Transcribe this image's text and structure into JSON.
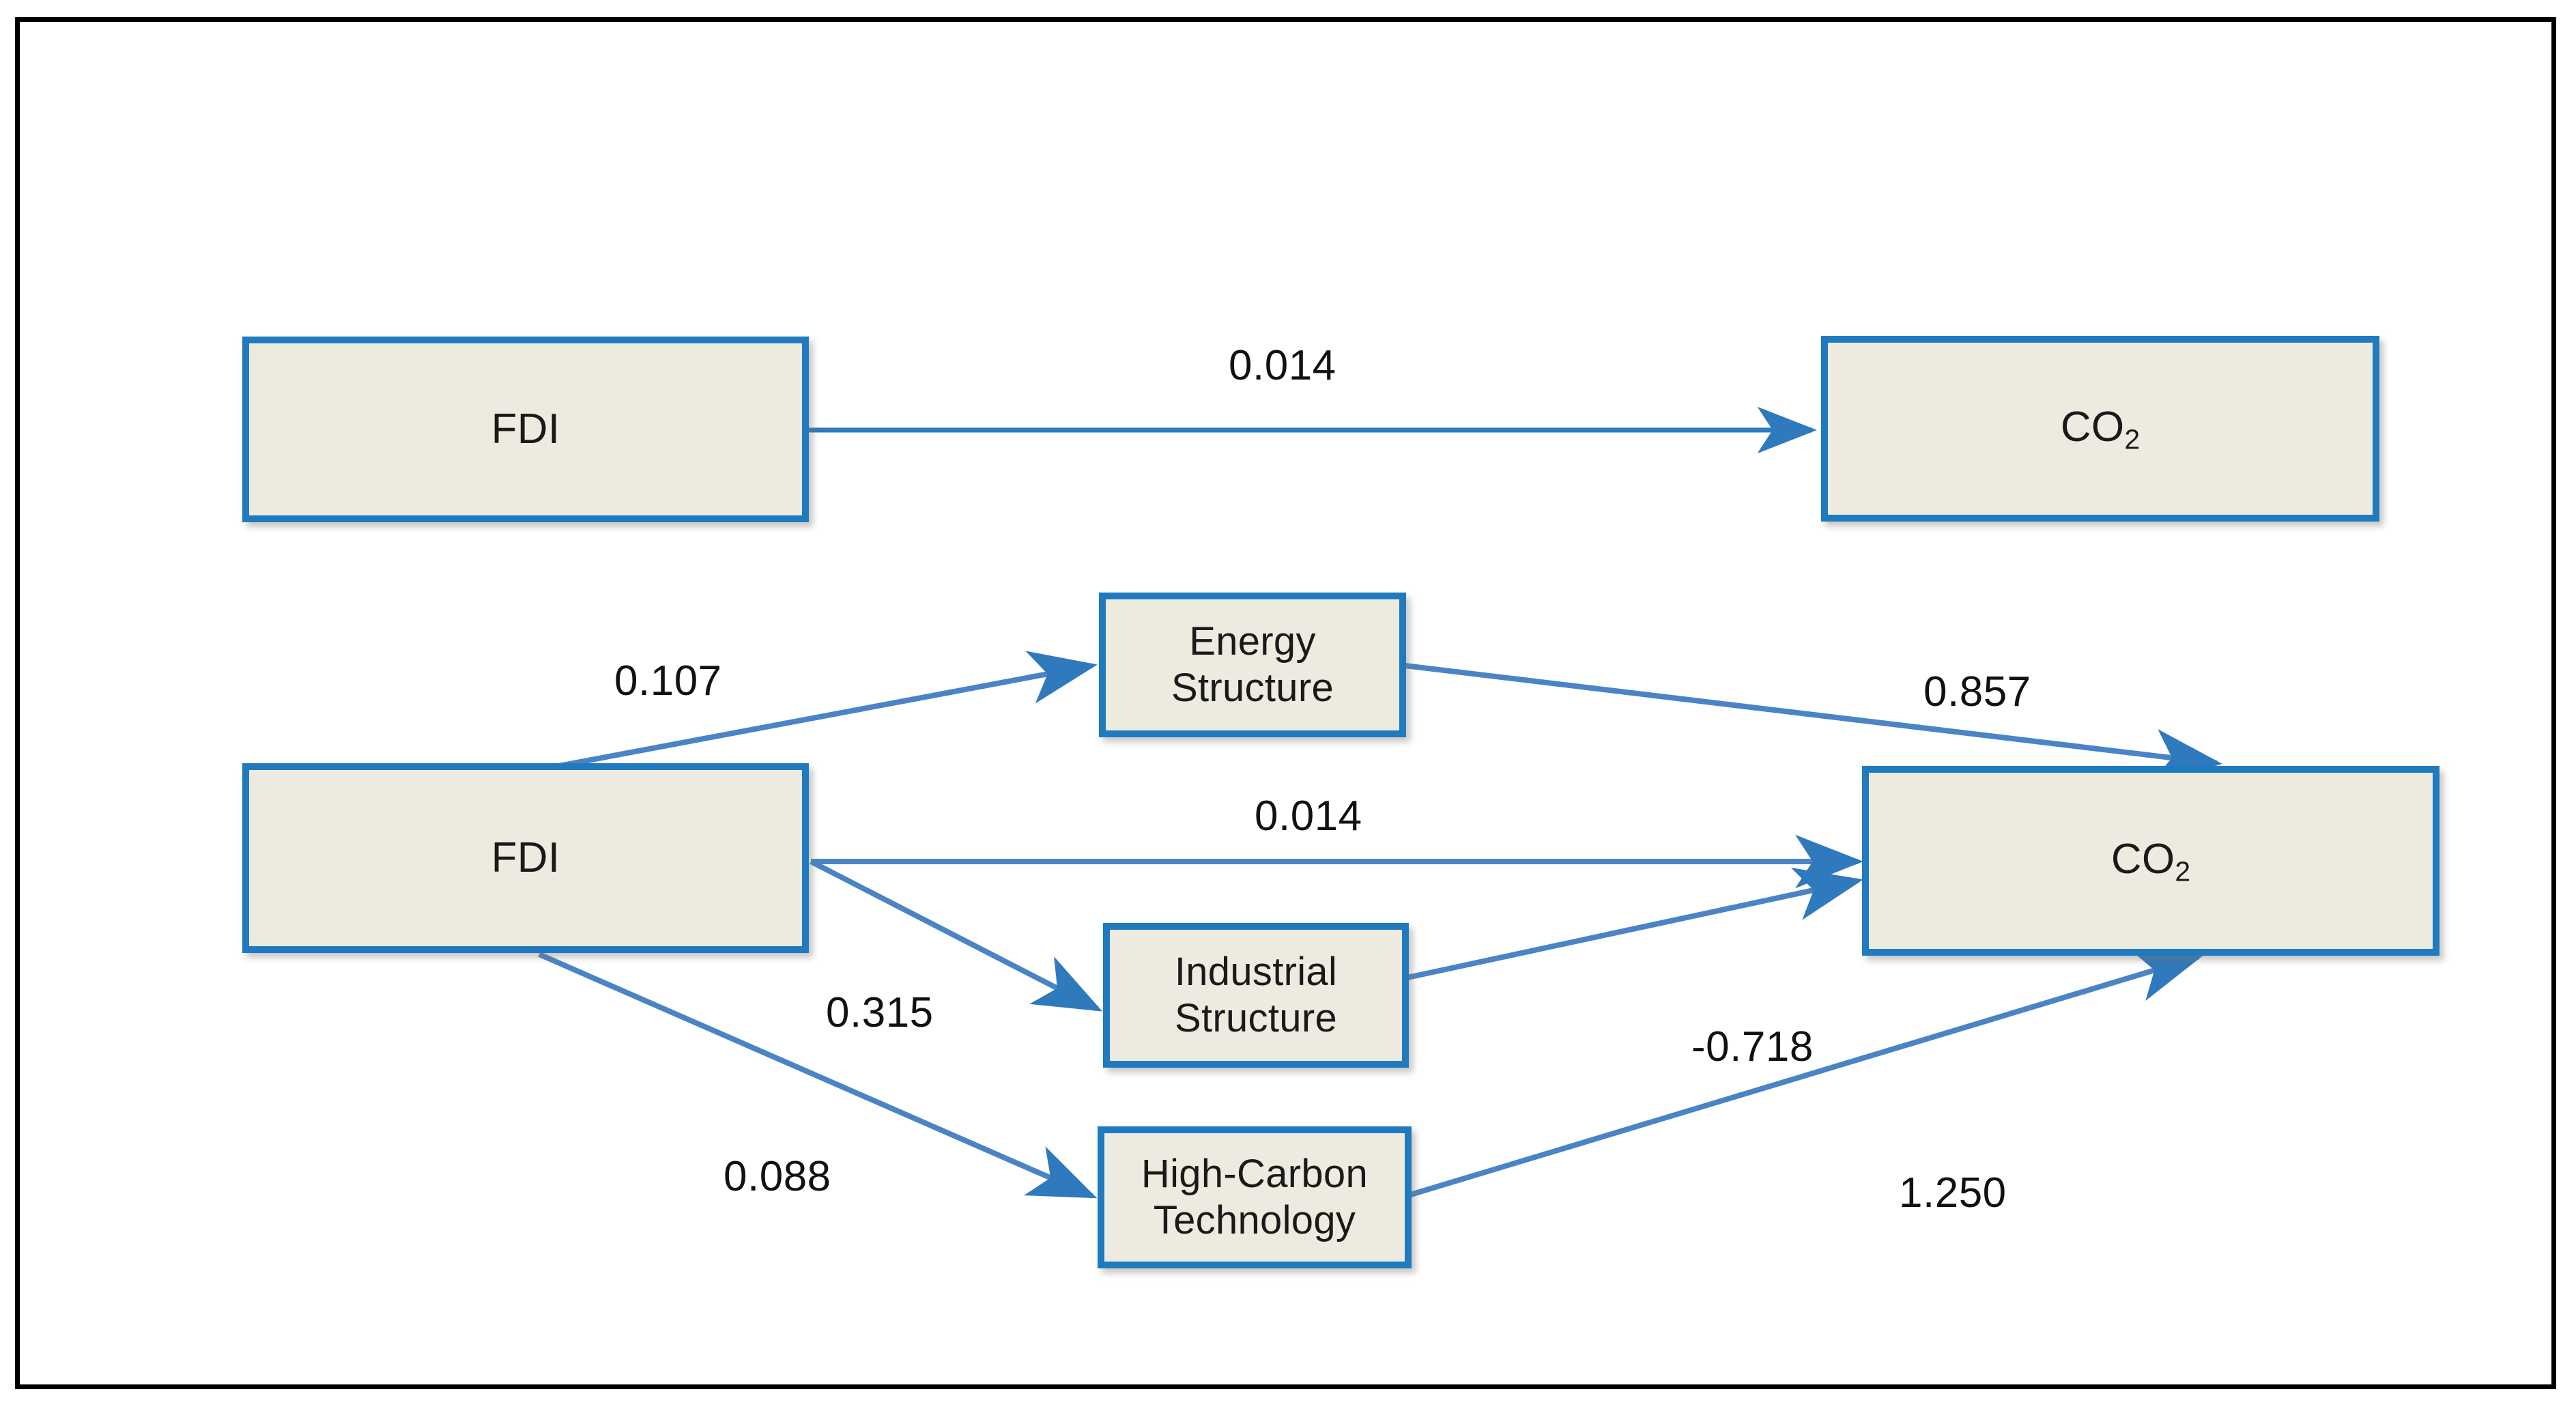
{
  "diagram": {
    "title": "FDI to CO2 direct and mediated effects path diagram",
    "colors": {
      "node_fill": "#edebe0",
      "node_border": "#1f7ac0",
      "edge_line": "#4a84c4",
      "frame": "#000000",
      "text": "#1a1a1a"
    },
    "panels": [
      {
        "id": "direct-model",
        "nodes": [
          {
            "id": "fdi-top",
            "label": "FDI",
            "label_sub": ""
          },
          {
            "id": "co2-top",
            "label": "CO",
            "label_sub": "2"
          }
        ],
        "edges": [
          {
            "id": "fdi-to-co2-direct",
            "from": "fdi-top",
            "to": "co2-top",
            "value": "0.014"
          }
        ]
      },
      {
        "id": "mediation-model",
        "nodes": [
          {
            "id": "fdi-main",
            "label": "FDI",
            "label_sub": ""
          },
          {
            "id": "energy-structure",
            "line1": "Energy",
            "line2": "Structure"
          },
          {
            "id": "industrial-structure",
            "line1": "Industrial",
            "line2": "Structure"
          },
          {
            "id": "high-carbon-technology",
            "line1": "High-Carbon",
            "line2": "Technology"
          },
          {
            "id": "co2-main",
            "label": "CO",
            "label_sub": "2"
          }
        ],
        "edges": [
          {
            "id": "fdi-to-energy",
            "from": "fdi-main",
            "to": "energy-structure",
            "value": "0.107"
          },
          {
            "id": "energy-to-co2",
            "from": "energy-structure",
            "to": "co2-main",
            "value": "0.857"
          },
          {
            "id": "fdi-to-co2",
            "from": "fdi-main",
            "to": "co2-main",
            "value": "0.014"
          },
          {
            "id": "fdi-to-industrial",
            "from": "fdi-main",
            "to": "industrial-structure",
            "value": "0.315"
          },
          {
            "id": "industrial-to-co2",
            "from": "industrial-structure",
            "to": "co2-main",
            "value": "-0.718"
          },
          {
            "id": "fdi-to-hctech",
            "from": "fdi-main",
            "to": "high-carbon-technology",
            "value": "0.088"
          },
          {
            "id": "hctech-to-co2",
            "from": "high-carbon-technology",
            "to": "co2-main",
            "value": "1.250"
          }
        ]
      }
    ]
  },
  "chart_data": {
    "type": "diagram",
    "title": "FDI to CO2 path model with three mediators",
    "nodes": [
      "FDI",
      "CO2",
      "Energy Structure",
      "Industrial Structure",
      "High-Carbon Technology"
    ],
    "paths": [
      {
        "from": "FDI",
        "to": "CO2",
        "coefficient": 0.014,
        "model": "direct"
      },
      {
        "from": "FDI",
        "to": "Energy Structure",
        "coefficient": 0.107,
        "model": "mediation"
      },
      {
        "from": "Energy Structure",
        "to": "CO2",
        "coefficient": 0.857,
        "model": "mediation"
      },
      {
        "from": "FDI",
        "to": "CO2",
        "coefficient": 0.014,
        "model": "mediation"
      },
      {
        "from": "FDI",
        "to": "Industrial Structure",
        "coefficient": 0.315,
        "model": "mediation"
      },
      {
        "from": "Industrial Structure",
        "to": "CO2",
        "coefficient": -0.718,
        "model": "mediation"
      },
      {
        "from": "FDI",
        "to": "High-Carbon Technology",
        "coefficient": 0.088,
        "model": "mediation"
      },
      {
        "from": "High-Carbon Technology",
        "to": "CO2",
        "coefficient": 1.25,
        "model": "mediation"
      }
    ]
  }
}
